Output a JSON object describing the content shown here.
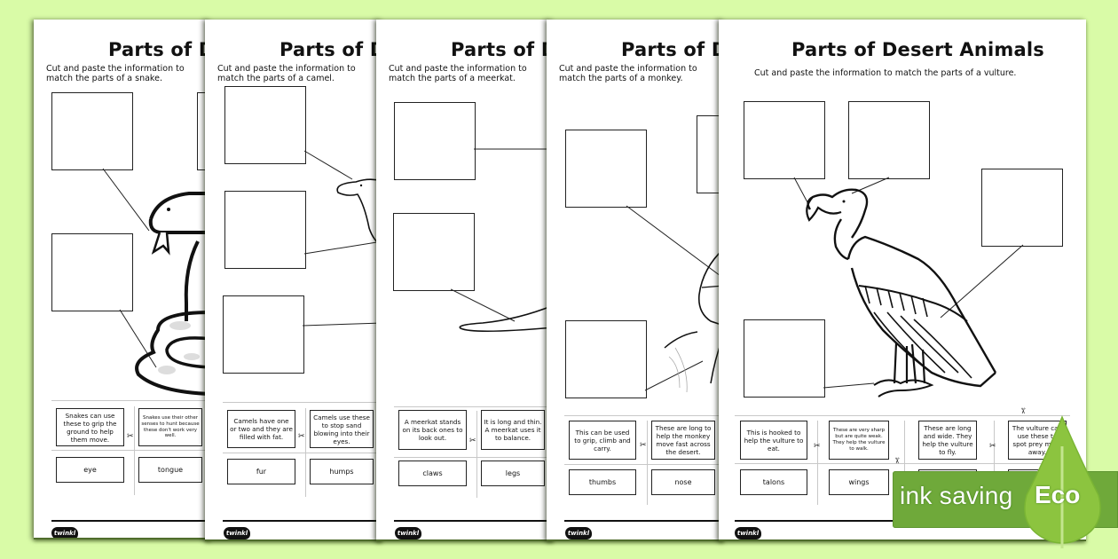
{
  "worksheets": [
    {
      "animal": "snake",
      "title": "Parts of Desert Animals",
      "subtitle": "Cut and paste the information to match the parts of a snake.",
      "cards": [
        {
          "fact": "Snakes can use these to grip the ground to help them move.",
          "word": "eye"
        },
        {
          "fact": "Snakes use their other senses to hunt because these don't work very well.",
          "word": "tongue"
        }
      ]
    },
    {
      "animal": "camel",
      "title": "Parts of Desert Animals",
      "subtitle": "Cut and paste the information to match the parts of a camel.",
      "cards": [
        {
          "fact": "Camels have one or two and they are filled with fat.",
          "word": "fur"
        },
        {
          "fact": "Camels use these to stop sand blowing into their eyes.",
          "word": "humps"
        }
      ]
    },
    {
      "animal": "meerkat",
      "title": "Parts of Desert Animals",
      "subtitle": "Cut and paste the information to match the parts of a meerkat.",
      "cards": [
        {
          "fact": "A meerkat stands on its back ones to look out.",
          "word": "claws"
        },
        {
          "fact": "It is long and thin. A meerkat uses it to balance.",
          "word": "legs"
        }
      ]
    },
    {
      "animal": "monkey",
      "title": "Parts of Desert Animals",
      "subtitle": "Cut and paste the information to match the parts of a monkey.",
      "cards": [
        {
          "fact": "This can be used to grip, climb and carry.",
          "word": "thumbs"
        },
        {
          "fact": "These are long to help the monkey move fast across the desert.",
          "word": "nose"
        }
      ]
    },
    {
      "animal": "vulture",
      "title": "Parts of Desert Animals",
      "subtitle": "Cut and paste the information to match the parts of a vulture.",
      "cards": [
        {
          "fact": "This is hooked to help the vulture to eat.",
          "word": "talons"
        },
        {
          "fact": "These are very sharp but are quite weak. They help the vulture to walk.",
          "word": "wings"
        },
        {
          "fact": "These are long and wide. They help the vulture to fly.",
          "word": ""
        },
        {
          "fact": "The vulture can use these to spot prey miles away.",
          "word": ""
        }
      ]
    }
  ],
  "brand": {
    "logo_text": "twinkl"
  },
  "badge": {
    "text": "ink saving",
    "label": "Eco",
    "color": "#6fa93a",
    "drop_color": "#8cc43f"
  },
  "background_color": "#d9fba7"
}
